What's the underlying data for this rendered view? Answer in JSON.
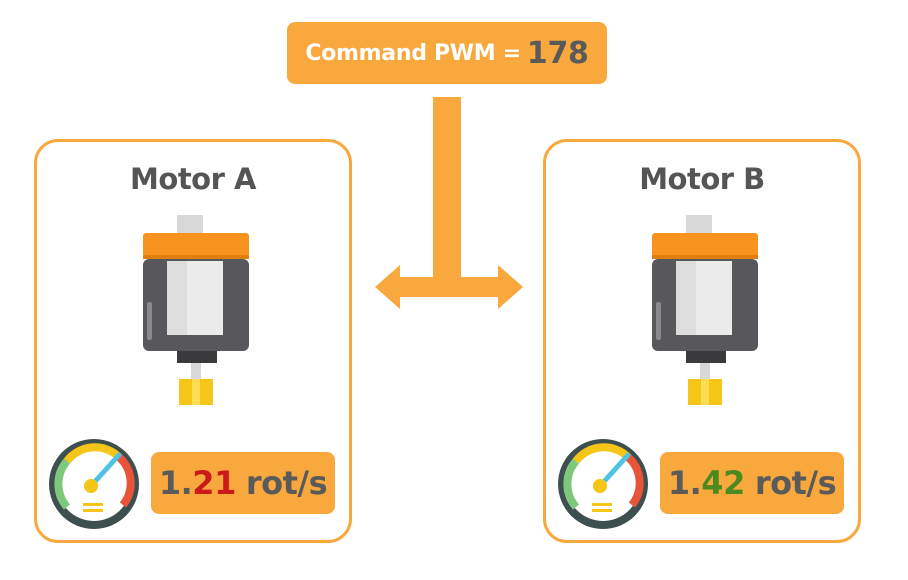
{
  "command": {
    "label": "Command PWM =",
    "value": "178"
  },
  "motors": [
    {
      "title": "Motor A",
      "speed_int": "1.",
      "speed_frac": "21",
      "speed_unit": "rot/s",
      "speed_color": "#cc1a1a"
    },
    {
      "title": "Motor B",
      "speed_int": "1.",
      "speed_frac": "42",
      "speed_unit": "rot/s",
      "speed_color": "#4a8a1f"
    }
  ],
  "colors": {
    "accent": "#f9a83e",
    "text_dark": "#555555",
    "motor_body": "#58585c",
    "motor_cap": "#f7931e",
    "shaft_gear": "#f5c518"
  }
}
